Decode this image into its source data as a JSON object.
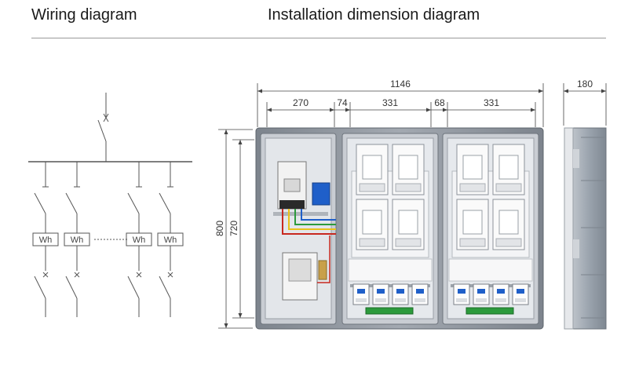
{
  "headings": {
    "wiring": "Wiring diagram",
    "installation": "Installation dimension diagram"
  },
  "meter_label": "Wh",
  "dimensions": {
    "total_width": "1146",
    "seg1": "270",
    "seg2": "74",
    "seg3": "331",
    "seg4": "68",
    "seg5": "331",
    "depth": "180",
    "height_outer": "800",
    "height_inner": "720"
  },
  "colors": {
    "line": "#555555",
    "enclosure": "#8e959e",
    "panel": "#dde1e6",
    "accent_blue": "#1f5fc9",
    "wire_red": "#c8281f",
    "wire_yellow": "#e8c21a",
    "wire_green": "#2c9a3c"
  }
}
